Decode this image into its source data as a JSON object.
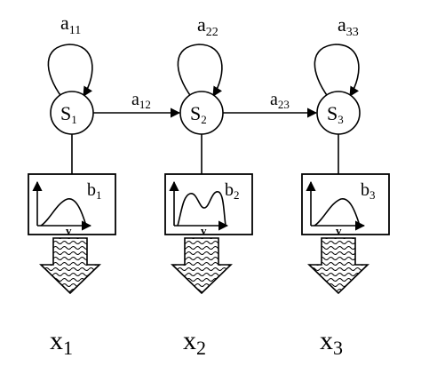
{
  "states": [
    {
      "name": "S",
      "index": "1",
      "self_loop": "a11",
      "emission": "b1",
      "axis": "v",
      "observation": "x1",
      "curve": "single-peak"
    },
    {
      "name": "S",
      "index": "2",
      "self_loop": "a22",
      "emission": "b2",
      "axis": "v",
      "observation": "x2",
      "curve": "double-peak"
    },
    {
      "name": "S",
      "index": "3",
      "self_loop": "a33",
      "emission": "b3",
      "axis": "v",
      "observation": "x3",
      "curve": "single-peak"
    }
  ],
  "transitions": [
    {
      "from": "1",
      "to": "2",
      "label": "a12"
    },
    {
      "from": "2",
      "to": "3",
      "label": "a23"
    }
  ]
}
